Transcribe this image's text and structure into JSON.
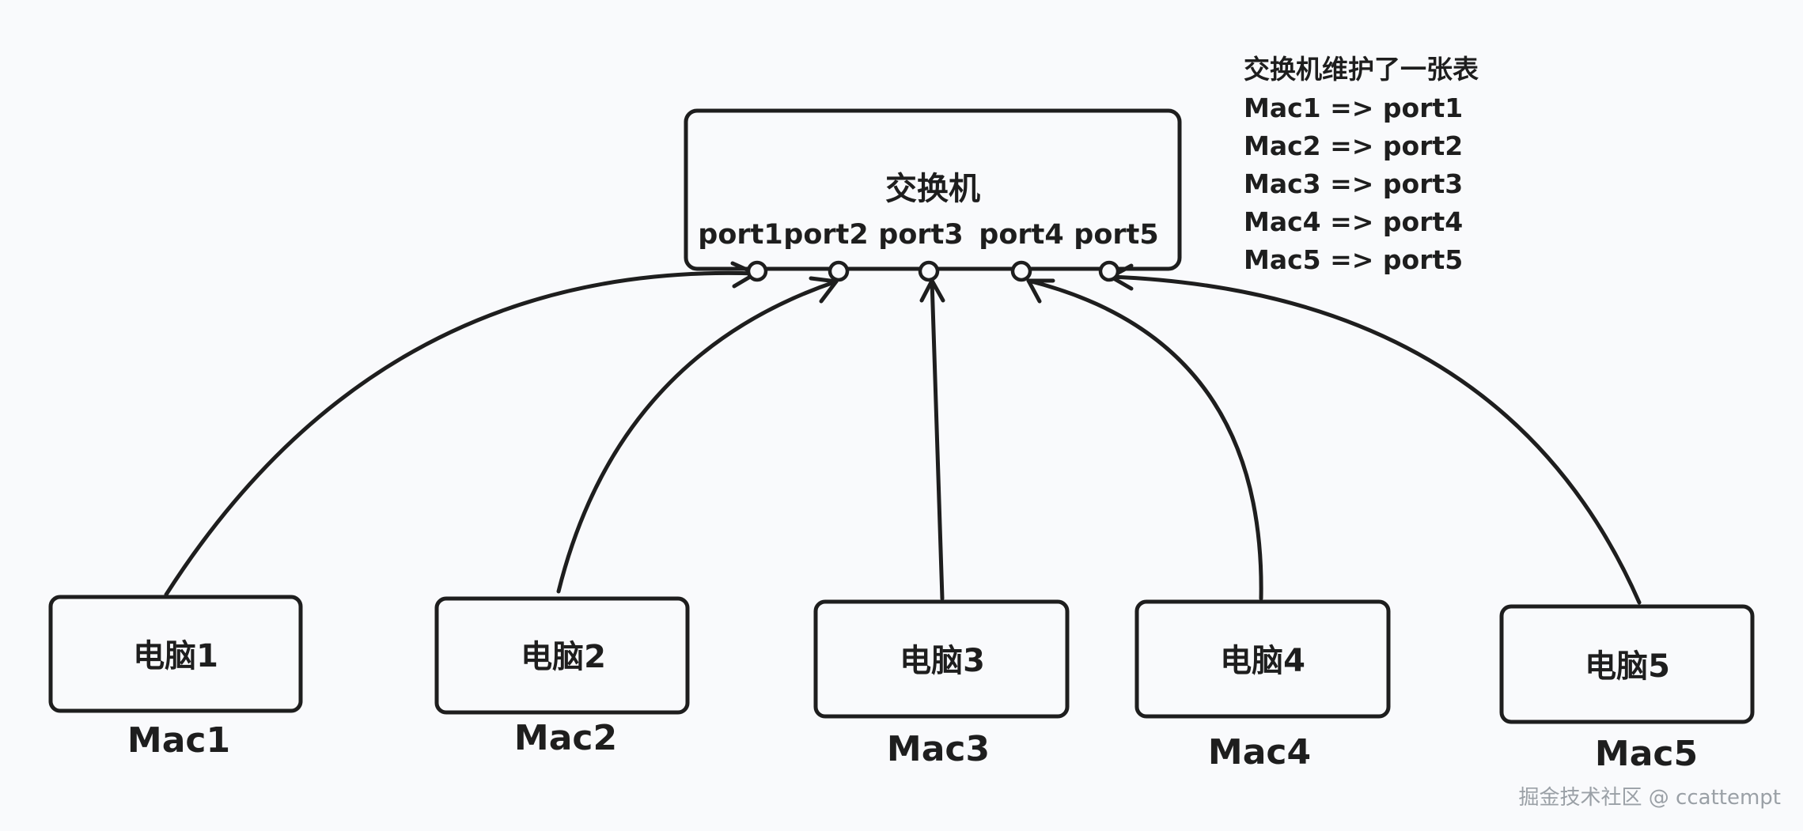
{
  "switch": {
    "title": "交换机",
    "ports": [
      {
        "label": "port1"
      },
      {
        "label": "port2"
      },
      {
        "label": "port3"
      },
      {
        "label": "port4"
      },
      {
        "label": "port5"
      }
    ]
  },
  "mac_table": {
    "heading": "交换机维护了一张表",
    "rows": [
      "Mac1 => port1",
      "Mac2 => port2",
      "Mac3 => port3",
      "Mac4 => port4",
      "Mac5 => port5"
    ]
  },
  "computers": [
    {
      "label": "电脑1",
      "mac": "Mac1"
    },
    {
      "label": "电脑2",
      "mac": "Mac2"
    },
    {
      "label": "电脑3",
      "mac": "Mac3"
    },
    {
      "label": "电脑4",
      "mac": "Mac4"
    },
    {
      "label": "电脑5",
      "mac": "Mac5"
    }
  ],
  "watermark": "掘金技术社区 @ ccattempt",
  "colors": {
    "background": "#f9fafc",
    "stroke": "#1e1e1e",
    "watermark": "#9aa0a6"
  }
}
